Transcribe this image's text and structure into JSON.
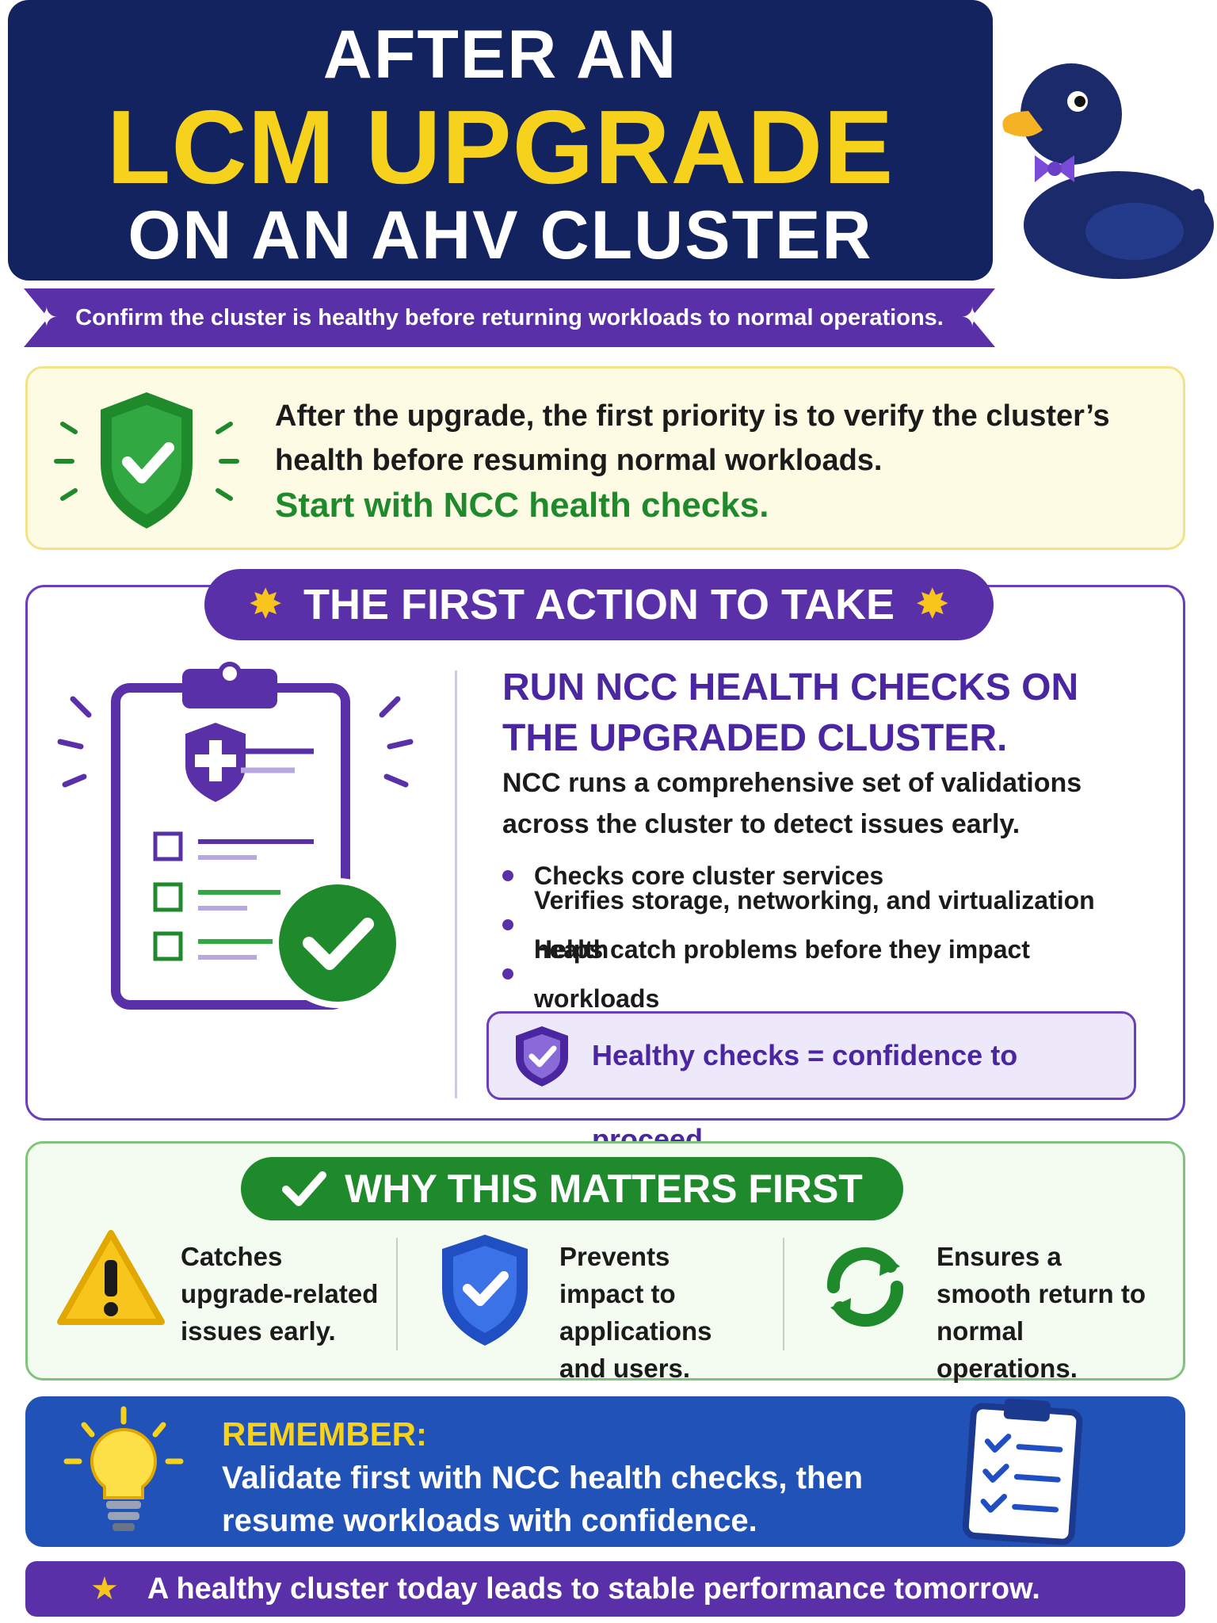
{
  "header": {
    "title_line1": "AFTER AN",
    "title_line2": "LCM UPGRADE",
    "title_line3": "ON AN AHV CLUSTER",
    "subtitle": "Confirm the cluster is healthy before returning workloads to normal operations."
  },
  "intro": {
    "text": "After the upgrade, the first priority is to verify the cluster’s health before resuming normal workloads.",
    "cta": "Start with NCC health checks."
  },
  "first_action": {
    "title": "THE FIRST ACTION TO TAKE",
    "heading": "RUN NCC HEALTH CHECKS ON THE UPGRADED CLUSTER.",
    "description": "NCC runs a comprehensive set of validations across the cluster to detect issues early.",
    "bullets": [
      "Checks core cluster services",
      "Verifies storage, networking, and virtualization health",
      "Helps catch problems before they impact workloads"
    ],
    "note": "Healthy checks = confidence to proceed."
  },
  "why": {
    "title": "WHY THIS MATTERS FIRST",
    "items": [
      {
        "text": "Catches upgrade-related issues early.",
        "icon": "warning-icon"
      },
      {
        "text": "Prevents impact to applications and users.",
        "icon": "shield-check-icon"
      },
      {
        "text": "Ensures a smooth return to normal operations.",
        "icon": "refresh-icon"
      }
    ]
  },
  "remember": {
    "label": "REMEMBER:",
    "text": "Validate first with NCC health checks, then resume workloads with confidence."
  },
  "footer": {
    "text": "A healthy cluster today leads to stable performance tomorrow."
  },
  "colors": {
    "navy": "#13235f",
    "yellow": "#f7d21c",
    "purple": "#5a30a8",
    "green": "#1f8a2c",
    "blue": "#2152b7"
  }
}
